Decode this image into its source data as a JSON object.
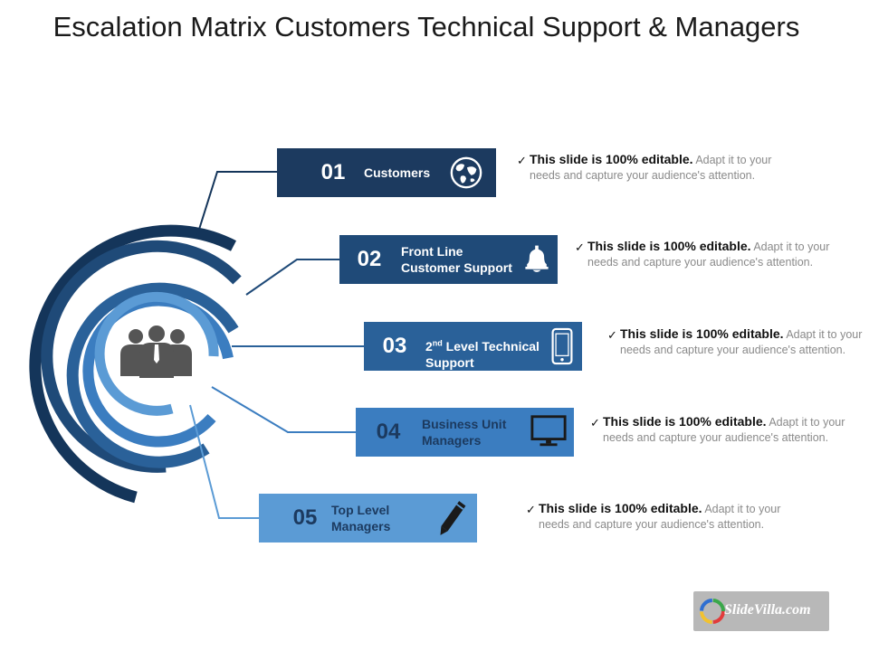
{
  "title": "Escalation Matrix Customers Technical Support & Managers",
  "steps": [
    {
      "number": "01",
      "label": "Customers",
      "icon": "globe-icon",
      "color": "#1c3a5f"
    },
    {
      "number": "02",
      "label": "Front Line\nCustomer Support",
      "icon": "bell-icon",
      "color": "#1f4a78"
    },
    {
      "number": "03",
      "label_prefix": "2",
      "label_sup": "nd",
      "label_rest": " Level Technical\nSupport",
      "icon": "mobile-phone-icon",
      "color": "#2a6199"
    },
    {
      "number": "04",
      "label": "Business Unit\nManagers",
      "icon": "monitor-icon",
      "color": "#3b7dc0",
      "text_color": "#1c3a5f"
    },
    {
      "number": "05",
      "label": "Top Level\nManagers",
      "icon": "pencil-icon",
      "color": "#5b9bd5",
      "text_color": "#1c3a5f"
    }
  ],
  "description": {
    "check": "✓",
    "bold": "This slide is 100% editable.",
    "text": " Adapt it to your needs and capture your audience's attention."
  },
  "center_icon": "team-people-icon",
  "logo_text": "SlideVilla.com",
  "colors": {
    "ring1": "#14355a",
    "ring2": "#1f4a78",
    "ring3": "#2a6199",
    "ring4": "#3b7dc0",
    "ring5": "#5b9bd5"
  }
}
